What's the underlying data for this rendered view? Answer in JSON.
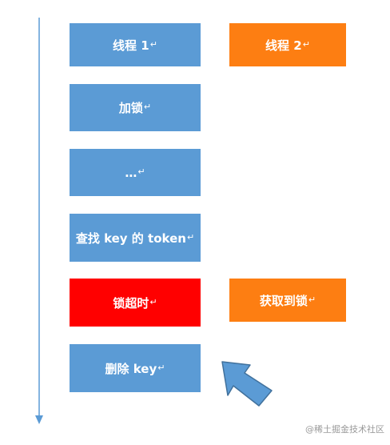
{
  "colors": {
    "blue": "#5b9bd5",
    "orange": "#fd7e12",
    "red": "#ff0000",
    "timeline": "#5b9bd5",
    "arrow_fill": "#5b9bd5",
    "arrow_stroke": "#41719c"
  },
  "return_glyph": "↵",
  "boxes": {
    "thread1": "线程 1",
    "thread2": "线程 2",
    "lock": "加锁",
    "ellipsis": "…",
    "find_token": "查找 key 的 token",
    "lock_timeout": "锁超时",
    "acquire_lock": "获取到锁",
    "delete_key": "删除 key"
  },
  "watermark": "@稀土掘金技术社区"
}
